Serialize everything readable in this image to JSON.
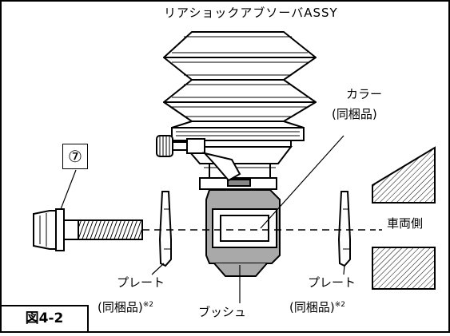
{
  "title": "リアショックアブソーバASSY",
  "part_number": "⑦",
  "figure_label": "図4-2",
  "labels": {
    "collar": "カラー",
    "collar_note": "(同梱品)",
    "vehicle_side": "車両側",
    "plate_left": "プレート",
    "plate_left_note": "(同梱品)",
    "plate_right": "プレート",
    "plate_right_note": "(同梱品)",
    "bush": "ブッシュ",
    "note_mark": "※2"
  }
}
